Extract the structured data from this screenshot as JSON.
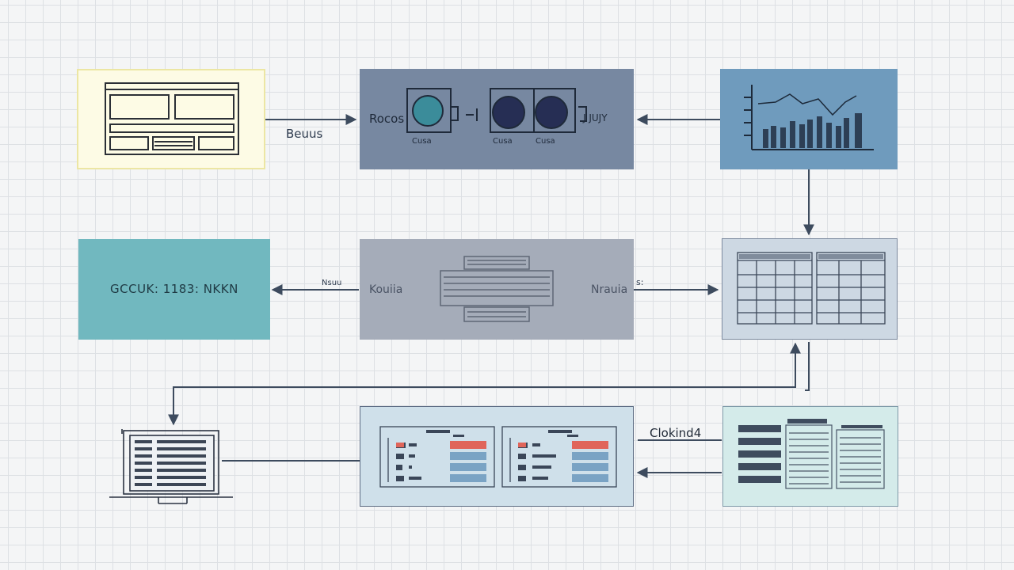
{
  "labels": {
    "arrow_top": "Beuus",
    "node2_left": "Rocos",
    "node2_right": "J JUJY",
    "node2_sub1": "Cusa",
    "node2_sub2": "Cusa",
    "node2_sub3": "Cusa",
    "node4_text": "GCCUK: 1183: NKKN",
    "node5_left": "Kouiia",
    "node5_right": "Nrauia",
    "arrow_mid_left": "Nsuu",
    "arrow_mid_right": "s:",
    "arrow_bottom": "Clokind4"
  },
  "colors": {
    "node1_bg": "#fdfbe5",
    "node1_border": "#ece6a3",
    "node2_bg": "#7788a1",
    "node3_bg": "#6f9bbd",
    "node4_bg": "#71b8bf",
    "node5_bg": "#a5acb9",
    "node6_bg": "#cdd8e3",
    "node8_bg": "#cfe0ea",
    "node9_bg": "#d4ebea",
    "line": "#3d4b5e"
  },
  "icons": [
    "wireframe-icon",
    "chart-icon",
    "table-icon",
    "laptop-icon",
    "form-icon",
    "list-icon"
  ]
}
